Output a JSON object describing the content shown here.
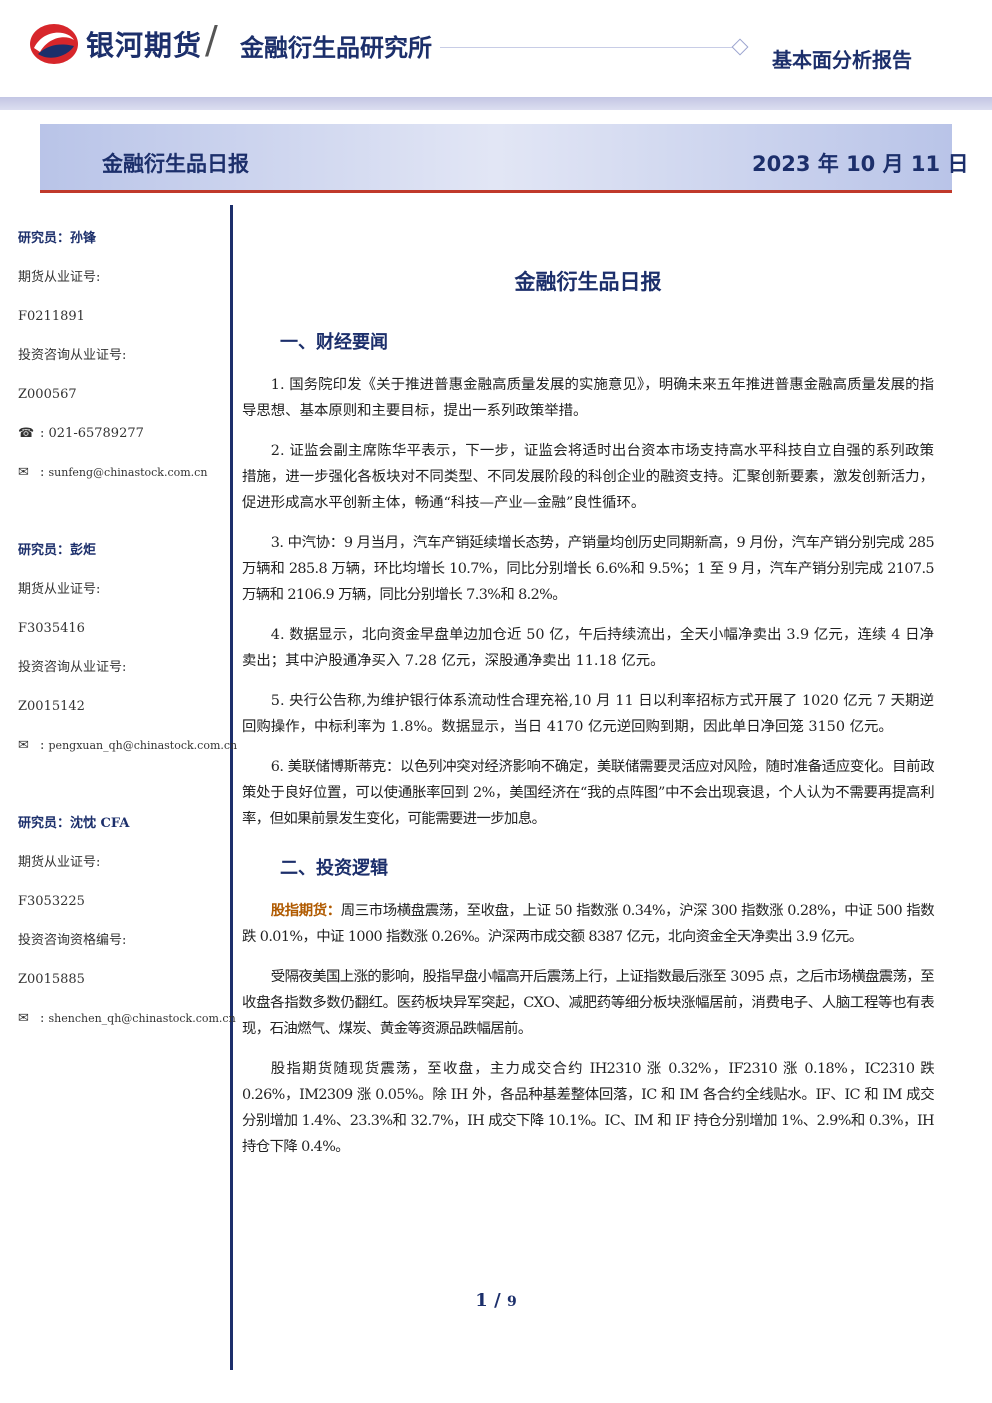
{
  "header": {
    "brand": "银河期货",
    "institute": "金融衍生品研究所",
    "report_type": "基本面分析报告"
  },
  "title_bar": {
    "left": "金融衍生品日报",
    "date": "2023 年 10 月 11 日"
  },
  "sidebar": {
    "researchers": [
      {
        "name_label": "研究员：孙锋",
        "license_label": "期货从业证号:",
        "license": "F0211891",
        "consult_label": "投资咨询从业证号:",
        "consult": "Z000567",
        "phone": "021-65789277",
        "email": "sunfeng@chinastock.com.cn"
      },
      {
        "name_label": "研究员：彭炬",
        "license_label": "期货从业证号:",
        "license": "F3035416",
        "consult_label": "投资咨询从业证号:",
        "consult": "Z0015142",
        "email": "pengxuan_qh@chinastock.com.cn"
      },
      {
        "name_label": "研究员：沈忱 CFA",
        "license_label": "期货从业证号:",
        "license": "F3053225",
        "consult_label": "投资咨询资格编号:",
        "consult": "Z0015885",
        "email": "shenchen_qh@chinastock.com.cn"
      }
    ]
  },
  "main": {
    "title": "金融衍生品日报",
    "section1": {
      "heading": "一、财经要闻",
      "paragraphs": [
        "1. 国务院印发《关于推进普惠金融高质量发展的实施意见》，明确未来五年推进普惠金融高质量发展的指导思想、基本原则和主要目标，提出一系列政策举措。",
        "2. 证监会副主席陈华平表示，下一步，证监会将适时出台资本市场支持高水平科技自立自强的系列政策措施，进一步强化各板块对不同类型、不同发展阶段的科创企业的融资支持。汇聚创新要素，激发创新活力，促进形成高水平创新主体，畅通“科技—产业—金融”良性循环。",
        "3. 中汽协：9 月当月，汽车产销延续增长态势，产销量均创历史同期新高，9 月份，汽车产销分别完成 285 万辆和 285.8 万辆，环比均增长 10.7%，同比分别增长 6.6%和 9.5%；1 至 9 月，汽车产销分别完成 2107.5 万辆和 2106.9 万辆，同比分别增长 7.3%和 8.2%。",
        "4. 数据显示，北向资金早盘单边加仓近 50 亿，午后持续流出，全天小幅净卖出 3.9 亿元，连续 4 日净卖出；其中沪股通净买入 7.28 亿元，深股通净卖出 11.18 亿元。",
        "5. 央行公告称,为维护银行体系流动性合理充裕,10 月 11 日以利率招标方式开展了 1020 亿元 7 天期逆回购操作，中标利率为 1.8%。数据显示，当日 4170 亿元逆回购到期，因此单日净回笼 3150 亿元。",
        "6. 美联储博斯蒂克：以色列冲突对经济影响不确定，美联储需要灵活应对风险，随时准备适应变化。目前政策处于良好位置，可以使通胀率回到 2%，美国经济在“我的点阵图”中不会出现衰退，个人认为不需要再提高利率，但如果前景发生变化，可能需要进一步加息。"
      ]
    },
    "section2": {
      "heading": "二、投资逻辑",
      "lead_label": "股指期货：",
      "lead_text": "周三市场横盘震荡，至收盘，上证 50 指数涨 0.34%，沪深 300 指数涨 0.28%，中证 500 指数跌 0.01%，中证 1000 指数涨 0.26%。沪深两市成交额 8387 亿元，北向资金全天净卖出 3.9 亿元。",
      "paragraphs": [
        "受隔夜美国上涨的影响，股指早盘小幅高开后震荡上行，上证指数最后涨至 3095 点，之后市场横盘震荡，至收盘各指数多数仍翻红。医药板块异军突起，CXO、减肥药等细分板块涨幅居前，消费电子、人脑工程等也有表现，石油燃气、煤炭、黄金等资源品跌幅居前。",
        "股指期货随现货震荡，至收盘，主力成交合约 IH2310 涨 0.32%，IF2310 涨 0.18%，IC2310 跌 0.26%，IM2309 涨 0.05%。除 IH 外，各品种基差整体回落，IC 和 IM 各合约全线贴水。IF、IC 和 IM 成交分别增加 1.4%、23.3%和 32.7%，IH 成交下降 10.1%。IC、IM 和 IF 持仓分别增加 1%、2.9%和 0.3%，IH 持仓下降 0.4%。"
      ]
    }
  },
  "footer": {
    "page": "1",
    "sep": " / ",
    "total": "9"
  },
  "colors": {
    "brand_navy": "#1c2f6b",
    "logo_red": "#d7262b",
    "accent_orange": "#b05a00"
  }
}
